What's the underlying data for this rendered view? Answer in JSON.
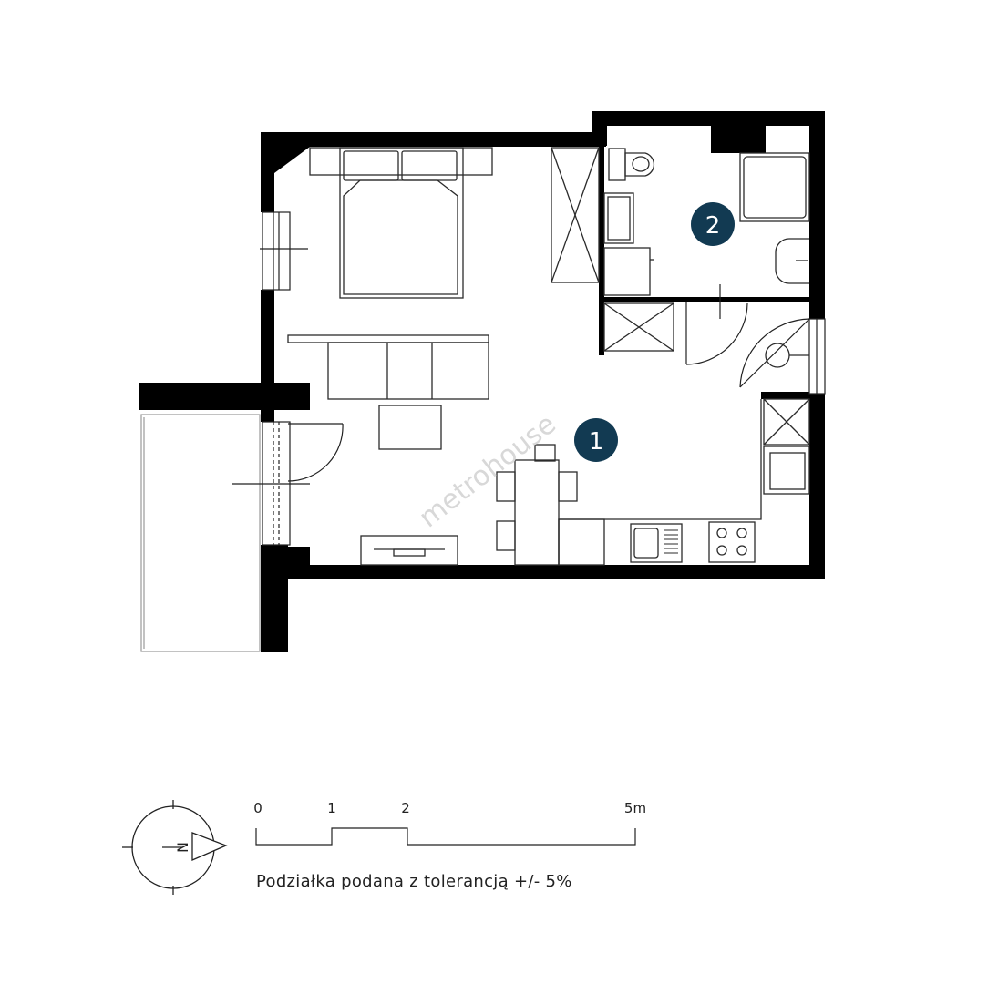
{
  "watermark": "metrohouse",
  "rooms": [
    {
      "id": "room-1",
      "label": "1"
    },
    {
      "id": "room-2",
      "label": "2"
    }
  ],
  "colors": {
    "wall": "#000000",
    "badge": "#123a52",
    "furniture": "#2b2b2b",
    "watermark": "#d8d8d8"
  },
  "compass": {
    "letter": "N"
  },
  "scale_bar": {
    "ticks": [
      "0",
      "1",
      "2",
      "5m"
    ],
    "caption": "Podziałka podana z tolerancją +/- 5%"
  }
}
